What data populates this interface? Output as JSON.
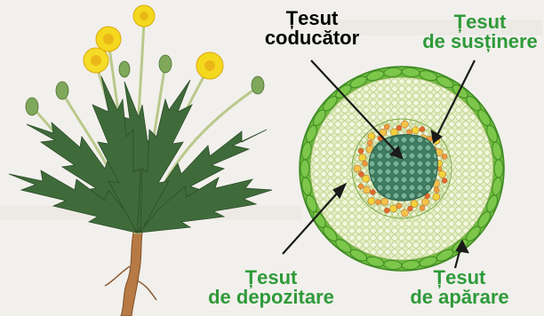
{
  "labels": {
    "conducting": {
      "line1": "Țesut",
      "line2": "coducător"
    },
    "support": {
      "line1": "Țesut",
      "line2": "de susținere"
    },
    "storage": {
      "line1": "Țesut",
      "line2": "de depozitare"
    },
    "protective": {
      "line1": "Țesut",
      "line2": "de apărare"
    }
  },
  "colors": {
    "label_dark": "#1a1a1a",
    "label_green": "#2f9a3a",
    "epidermis": "#6cba3c",
    "parenchyma": "#dfeabb",
    "support_ring": "#f19a3b",
    "vascular": "#4f8f72"
  },
  "illustration": {
    "plant": "dandelion-plant",
    "section": "root-cross-section"
  }
}
